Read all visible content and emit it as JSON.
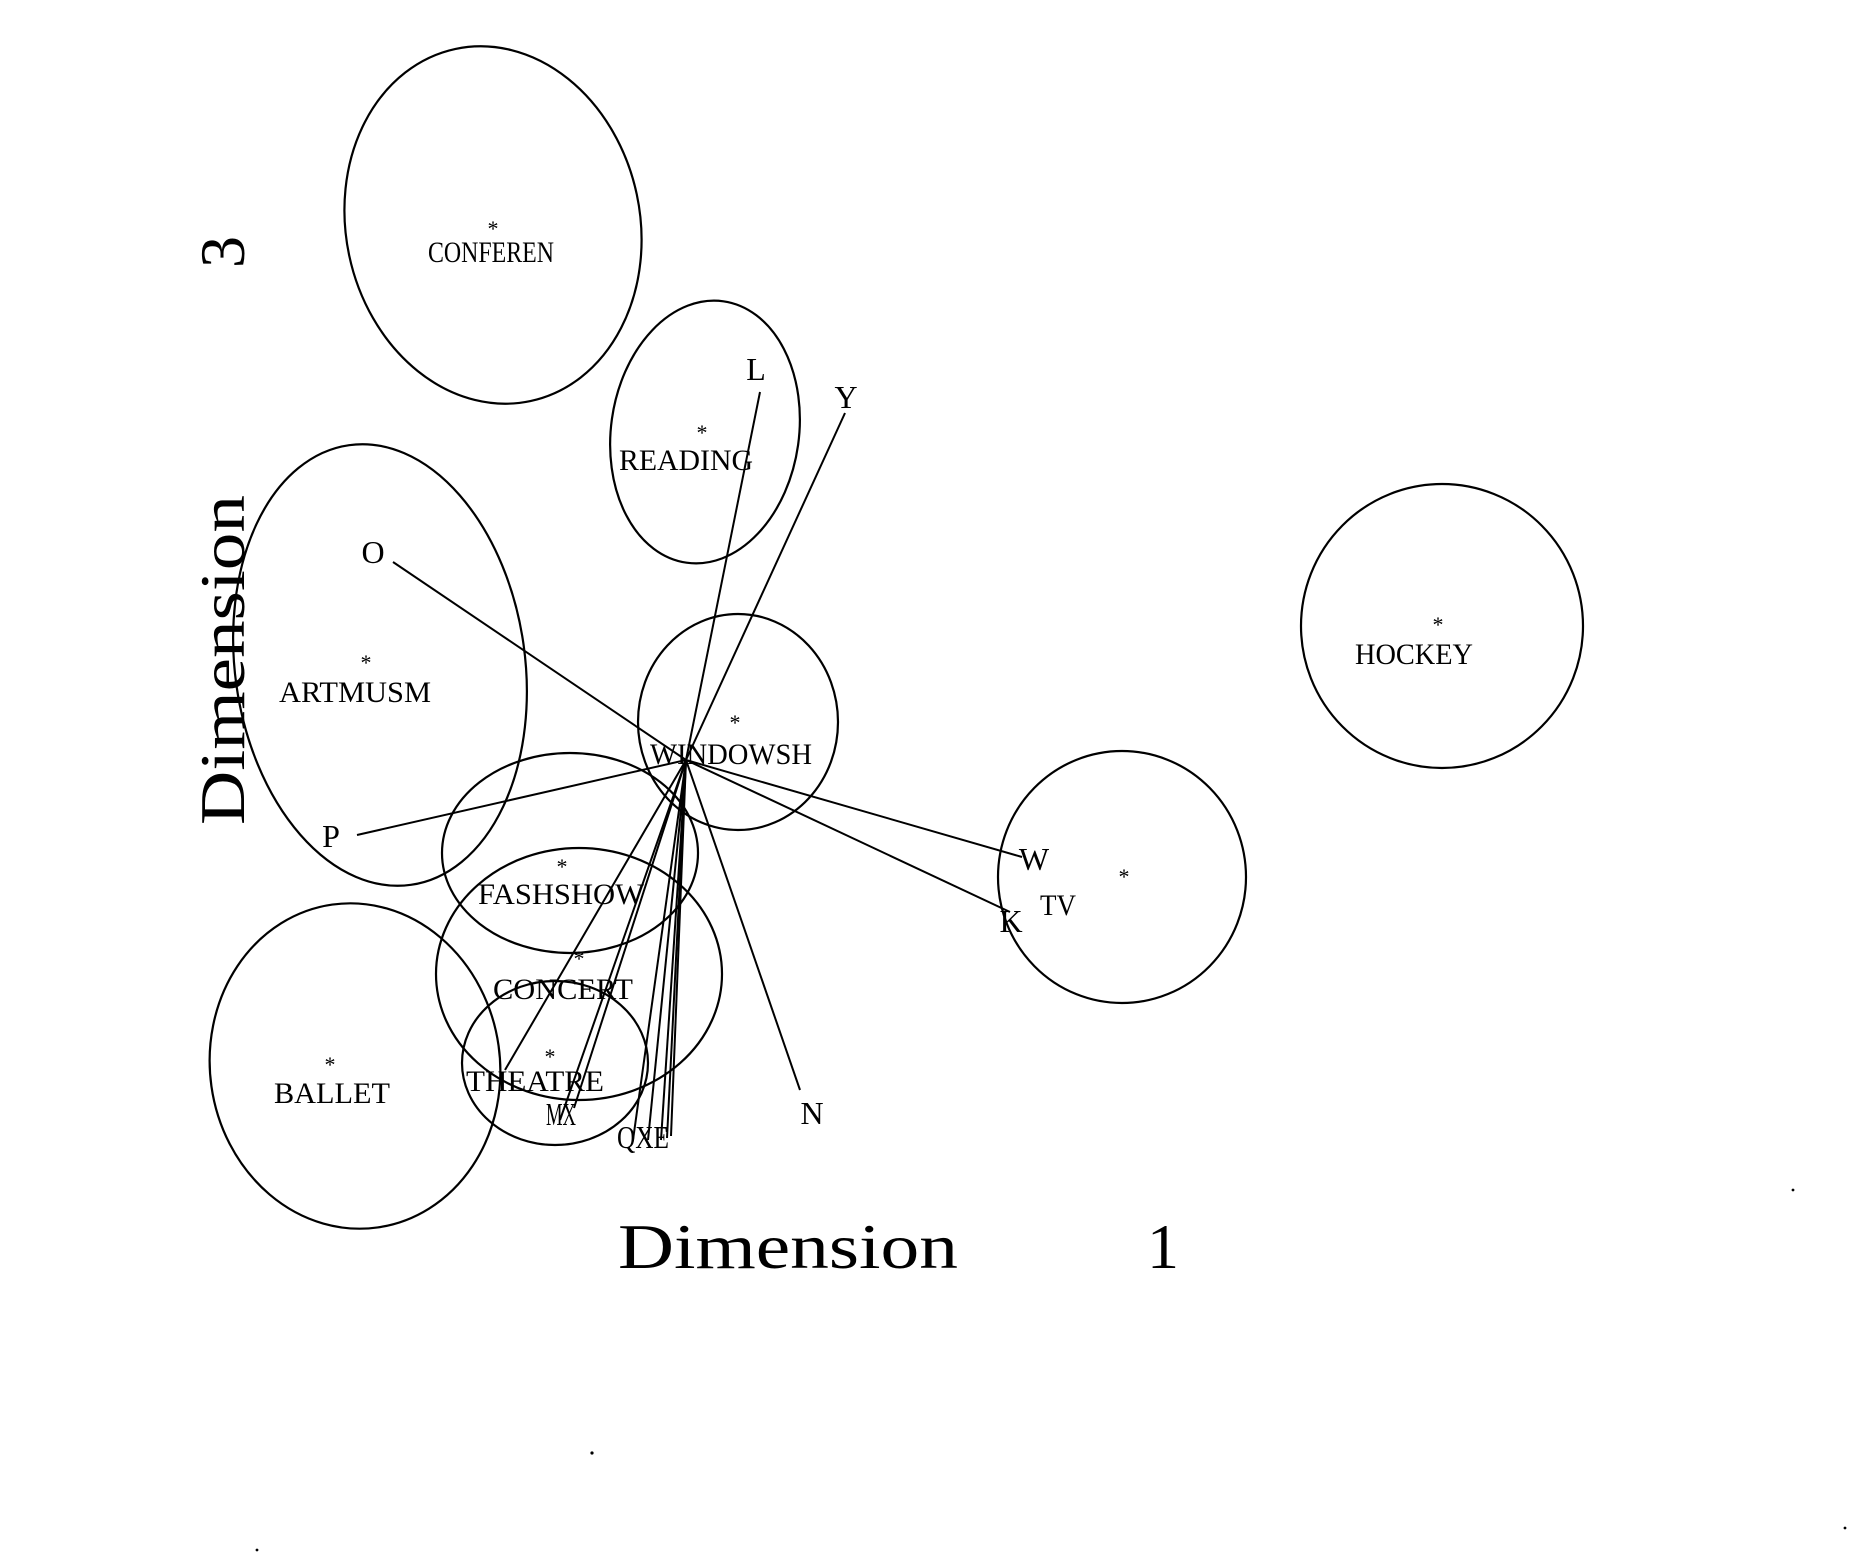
{
  "axes": {
    "x_label": "Dimension",
    "x_number": "1",
    "y_label": "Dimension",
    "y_number": "3"
  },
  "objects": [
    {
      "id": "conferen",
      "label": "CONFEREN",
      "marker": "*"
    },
    {
      "id": "reading",
      "label": "READING",
      "marker": "*"
    },
    {
      "id": "artmusm",
      "label": "ARTMUSM",
      "marker": "*"
    },
    {
      "id": "windowsh",
      "label": "WINDOWSH",
      "marker": "*"
    },
    {
      "id": "hockey",
      "label": "HOCKEY",
      "marker": "*"
    },
    {
      "id": "tv",
      "label": "TV",
      "marker": "*"
    },
    {
      "id": "fashshow",
      "label": "FASHSHOW",
      "marker": "*"
    },
    {
      "id": "concert",
      "label": "CONCERT",
      "marker": "*"
    },
    {
      "id": "theatre",
      "label": "THEATRE",
      "marker": "*"
    },
    {
      "id": "ballet",
      "label": "BALLET",
      "marker": "*"
    }
  ],
  "subjects": [
    {
      "id": "l",
      "label": "L"
    },
    {
      "id": "y",
      "label": "Y"
    },
    {
      "id": "o",
      "label": "O"
    },
    {
      "id": "p",
      "label": "P"
    },
    {
      "id": "w",
      "label": "W"
    },
    {
      "id": "k",
      "label": "K"
    },
    {
      "id": "n",
      "label": "N"
    },
    {
      "id": "mx",
      "label": "MX"
    },
    {
      "id": "qxe",
      "label": "QXE"
    }
  ]
}
